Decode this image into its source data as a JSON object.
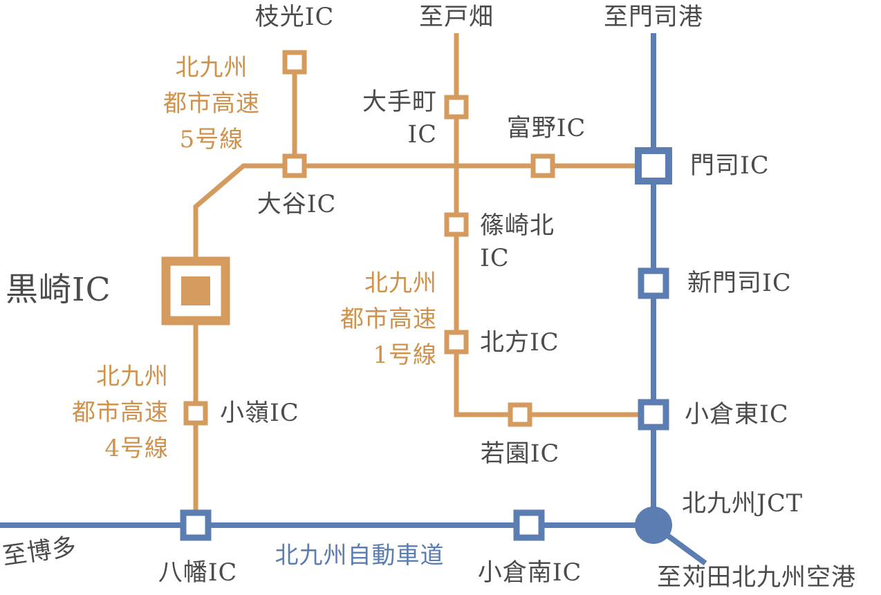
{
  "colors": {
    "orange": "#d59a5e",
    "orange-text": "#d0914a",
    "blue": "#5b7db1",
    "text": "#4b4b4b",
    "bg": "#ffffff"
  },
  "interchanges": {
    "edamitsu": "枝光IC",
    "otani": "大谷IC",
    "otemachi": [
      "大手町",
      "IC"
    ],
    "tomino": "富野IC",
    "moji": "門司IC",
    "shinozaki_kita": [
      "篠崎北",
      "IC"
    ],
    "kurosaki": "黒崎IC",
    "kitagata": "北方IC",
    "shinmoji": "新門司IC",
    "komine": "小嶺IC",
    "kokura_higashi": "小倉東IC",
    "wakazono": "若園IC",
    "yahata": "八幡IC",
    "kokura_minami": "小倉南IC",
    "kitakyushu_jct": "北九州JCT"
  },
  "routes": {
    "urban_route5": [
      "北九州",
      "都市高速",
      "5号線"
    ],
    "urban_route1": [
      "北九州",
      "都市高速",
      "1号線"
    ],
    "urban_route4": [
      "北九州",
      "都市高速",
      "4号線"
    ],
    "expressway": "北九州自動車道"
  },
  "directions": {
    "to_tobata": "至戸畑",
    "to_mojiko_port": "至門司港",
    "to_hakata": "至博多",
    "to_kanda_kitakyushu_airport": "至苅田北九州空港"
  }
}
